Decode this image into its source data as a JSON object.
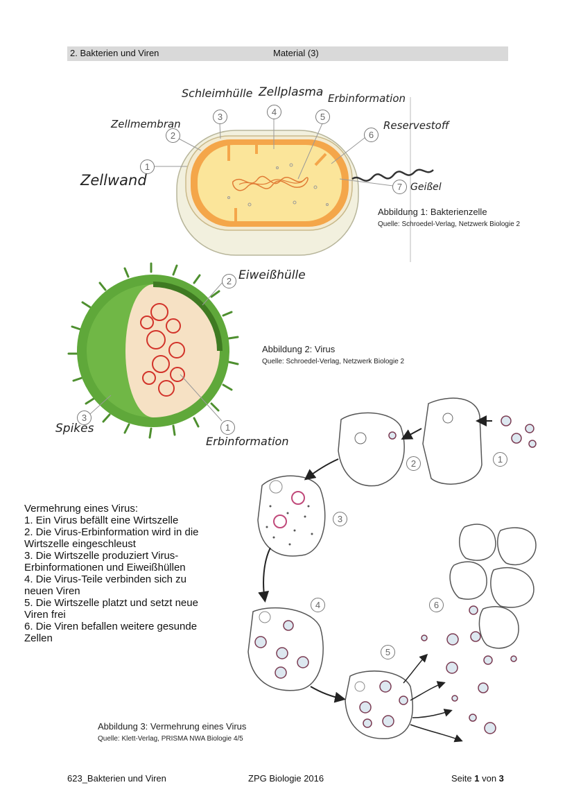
{
  "header": {
    "left": "2. Bakterien und Viren",
    "right": "Material (3)"
  },
  "bacterium": {
    "labels": {
      "schleimhuelle": "Schleimhülle",
      "zellplasma": "Zellplasma",
      "erbinformation": "Erbinformation",
      "zellmembran": "Zellmembran",
      "reservestoff": "Reservestoff",
      "zellwand": "Zellwand",
      "geissel": "Geißel"
    },
    "numbers": [
      "1",
      "2",
      "3",
      "4",
      "5",
      "6",
      "7"
    ],
    "caption": "Abbildung 1:  Bakterienzelle",
    "source": "Quelle: Schroedel-Verlag, Netzwerk Biologie 2"
  },
  "virus": {
    "labels": {
      "eiweisshuelle": "Eiweißhülle",
      "spikes": "Spikes",
      "erbinformation": "Erbinformation"
    },
    "numbers": [
      "1",
      "2",
      "3"
    ],
    "caption": "Abbildung 2:  Virus",
    "source": "Quelle: Schroedel-Verlag, Netzwerk Biologie 2"
  },
  "replication": {
    "title": "Vermehrung eines Virus:",
    "lines": [
      "1. Ein Virus befällt eine Wirtszelle",
      "2. Die Virus-Erbinformation wird in die",
      "Wirtszelle eingeschleust",
      "3. Die Wirtszelle produziert Virus-",
      "Erbinformationen und Eiweißhüllen",
      "4. Die Virus-Teile verbinden sich zu",
      "neuen Viren",
      "5. Die Wirtszelle platzt und setzt neue",
      "Viren frei",
      "6. Die Viren befallen weitere gesunde",
      "Zellen"
    ],
    "numbers": [
      "1",
      "2",
      "3",
      "4",
      "5",
      "6"
    ],
    "caption": "Abbildung 3:  Vermehrung eines Virus",
    "source": "Quelle: Klett-Verlag, PRISMA NWA Biologie 4/5"
  },
  "footer": {
    "left": "623_Bakterien und Viren",
    "center": "ZPG Biologie 2016",
    "right_prefix": "Seite ",
    "page": "1",
    "right_mid": " von ",
    "total": "3"
  },
  "colors": {
    "cell_orange": "#f4a64a",
    "cytoplasm": "#fbe59a",
    "virus_green": "#5fa83a",
    "virus_core": "#f6e1c4",
    "dna_red": "#d2332a"
  }
}
